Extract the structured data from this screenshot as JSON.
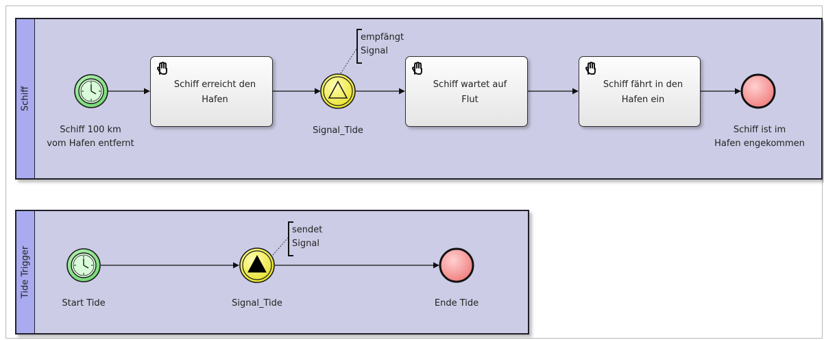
{
  "pools": {
    "schiff": {
      "name": "Schiff",
      "start_event": {
        "line1": "Schiff 100 km",
        "line2": "vom Hafen entfernt",
        "icon": "timer-icon"
      },
      "task1": {
        "line1": "Schiff erreicht den",
        "line2": "Hafen",
        "icon": "hand-icon"
      },
      "signal_event": {
        "label": "Signal_Tide",
        "type": "intermediate-catching-signal",
        "icon": "signal-triangle-outline-icon"
      },
      "annotation": {
        "line1": "empfängt",
        "line2": "Signal"
      },
      "task2": {
        "line1": "Schiff wartet auf",
        "line2": "Flut",
        "icon": "hand-icon"
      },
      "task3": {
        "line1": "Schiff fährt in den",
        "line2": "Hafen ein",
        "icon": "hand-icon"
      },
      "end_event": {
        "line1": "Schiff ist im",
        "line2": "Hafen engekommen"
      }
    },
    "tide": {
      "name": "Tide Trigger",
      "start_event": {
        "label": "Start Tide",
        "icon": "timer-icon"
      },
      "signal_event": {
        "label": "Signal_Tide",
        "type": "intermediate-throwing-signal",
        "icon": "signal-triangle-filled-icon"
      },
      "annotation": {
        "line1": "sendet",
        "line2": "Signal"
      },
      "end_event": {
        "label": "Ende Tide"
      }
    }
  },
  "colors": {
    "pool_fill": "#cccce6",
    "pool_header": "#aaaaf0",
    "start_event_fill": "#8ce88c",
    "signal_event_fill": "#f2ef4a",
    "end_event_fill": "#f28a8a"
  }
}
